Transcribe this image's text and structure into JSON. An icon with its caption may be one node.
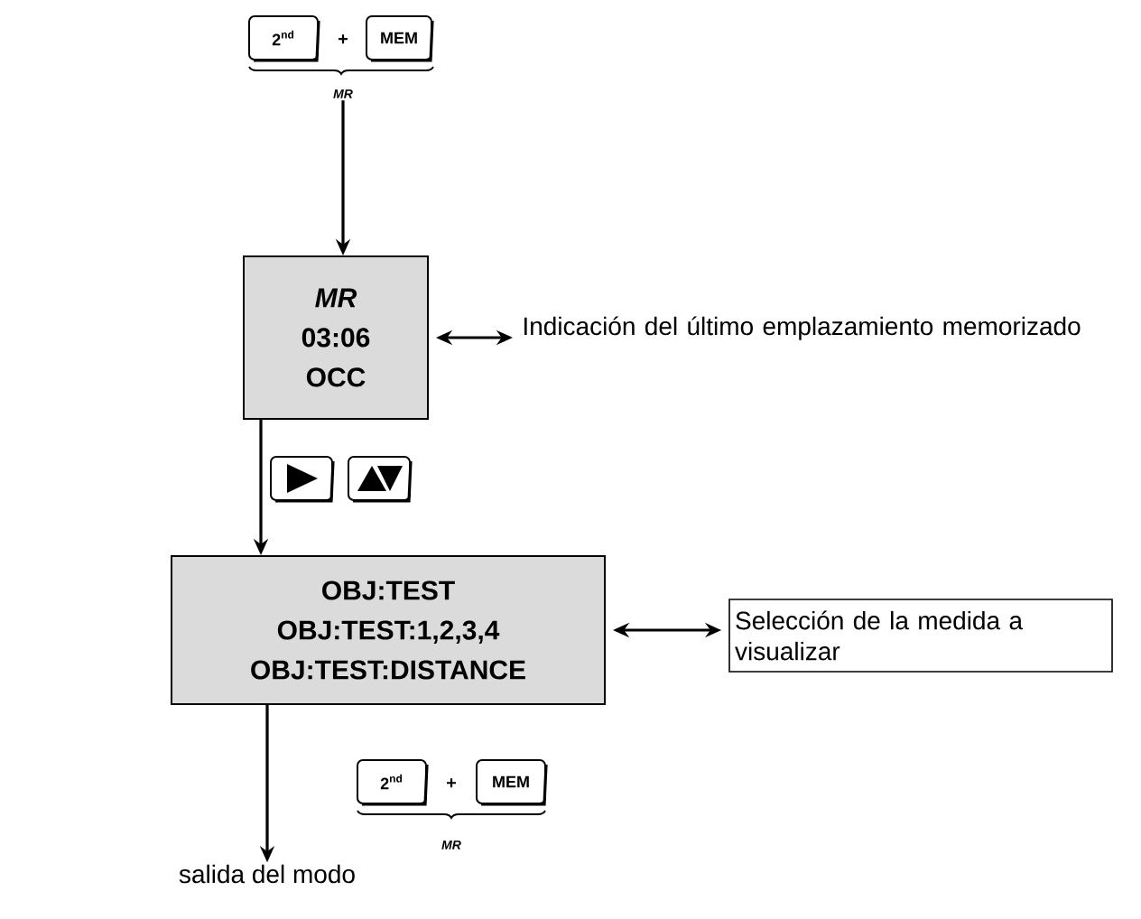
{
  "diagram": {
    "nodes": [
      {
        "text": [
          "2$^{nd}$"
        ]
      },
      {
        "text": [
          "MEM"
        ]
      },
      {
        "text": [
          "MR"
        ]
      },
      {
        "text": [
          "MR",
          "03:06",
          "OCC"
        ]
      },
      {
        "text": [
          "Indicación del último emplazamiento memorizado"
        ]
      },
      {
        "text": [],
        "shape": "box"
      },
      {
        "text": [],
        "shape": "box"
      },
      {
        "text": [
          "OBJ:TEST",
          "OBJ:TEST:1,2,3,4",
          "OBJ:TEST:DISTANCE"
        ]
      },
      {
        "text": [
          "Selección de la medida a visualizar"
        ]
      },
      {
        "text": [
          "2$^{nd}$"
        ]
      },
      {
        "text": [
          "MEM"
        ]
      },
      {
        "text": [
          "salida del modo"
        ]
      }
    ],
    "edges": [
      {
        "from": 2,
        "to": 3,
        "arrow": "to"
      },
      {
        "from": 3,
        "to": 4,
        "arrow": "both"
      },
      {
        "from": 3,
        "to": 7,
        "arrow": "to"
      },
      {
        "from": 7,
        "to": 8,
        "arrow": "both"
      },
      {
        "from": 7,
        "to": 11,
        "arrow": "to"
      }
    ],
    "labels": [
      "+",
      "+",
      "MR"
    ]
  }
}
